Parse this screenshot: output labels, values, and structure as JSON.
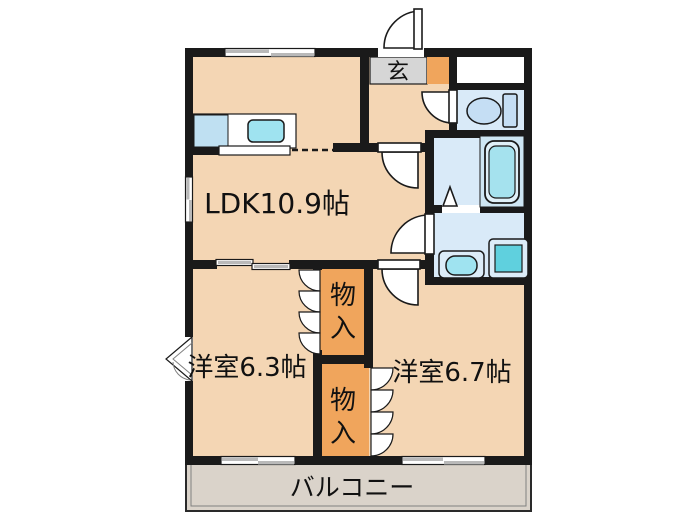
{
  "floorplan": {
    "rooms": {
      "ldk": "LDK10.9帖",
      "western_room_1": "洋室6.3帖",
      "western_room_2": "洋室6.7帖",
      "entrance": "玄",
      "balcony": "バルコニー"
    },
    "closets": [
      {
        "label": "物入",
        "chars": [
          "物",
          "入"
        ]
      },
      {
        "label": "物入",
        "chars": [
          "物",
          "入"
        ]
      }
    ],
    "colors": {
      "wall": "#1a1a1a",
      "room_floor": "#f4d6b4",
      "closet_floor": "#f0a55c",
      "entrance_tile": "#d6d6d6",
      "wet_area": "#d9eaf8",
      "fixture_blue": "#c5def4",
      "water_cyan": "#9fe3f0",
      "washer_teal": "#5fd0de",
      "balcony_gray": "#dad3ca",
      "kitchen_blue": "#bfe0f2"
    }
  }
}
